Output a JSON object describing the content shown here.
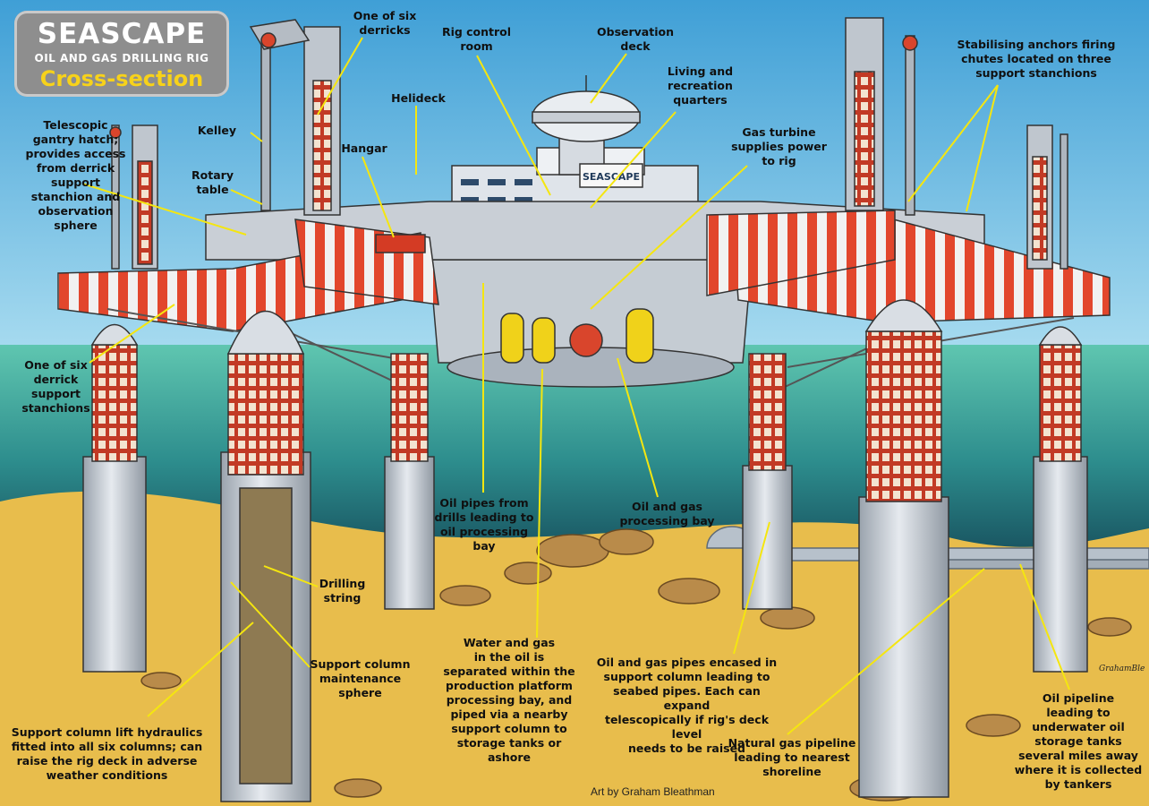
{
  "title": {
    "main": "SEASCAPE",
    "subtitle": "OIL AND GAS DRILLING RIG",
    "section": "Cross-section"
  },
  "colors": {
    "sky": "#6fb6de",
    "sea": "#4fb8a6",
    "deep_water": "#0f3b52",
    "seabed": "#e8bd4c",
    "steel": "#c8ced6",
    "stripe_red": "#e2462c",
    "leader_yellow": "#f5e60f",
    "title_gold": "#f7d21a"
  },
  "rig_name_sign": "SEASCAPE",
  "callouts": {
    "derricks": "One of six\nderricks",
    "control_room": "Rig control\nroom",
    "observation_deck": "Observation\ndeck",
    "living_quarters": "Living and\nrecreation\nquarters",
    "anchors": "Stabilising anchors firing\nchutes located on three\nsupport stanchions",
    "helideck": "Helideck",
    "kelley": "Kelley",
    "gantry_hatch": "Telescopic\ngantry hatch;\nprovides access\nfrom derrick\nsupport\nstanchion and\nobservation\nsphere",
    "hangar": "Hangar",
    "gas_turbine": "Gas turbine\nsupplies power\nto rig",
    "rotary_table": "Rotary\ntable",
    "stanchions": "One of six\nderrick\nsupport\nstanchions",
    "oil_pipes": "Oil pipes from\ndrills leading to\noil processing\nbay",
    "processing_bay": "Oil and gas\nprocessing bay",
    "drilling_string": "Drilling\nstring",
    "maintenance_sphere": "Support column\nmaintenance\nsphere",
    "water_gas": "Water and gas\nin the oil is\nseparated within the\nproduction platform\nprocessing bay, and\npiped via a nearby\nsupport column to\nstorage tanks or\nashore",
    "encased_pipes": "Oil and gas pipes encased in\nsupport column leading to\nseabed pipes. Each can expand\ntelescopically if rig's deck level\nneeds to be raised",
    "oil_pipeline": "Oil pipeline\nleading to\nunderwater oil\nstorage tanks\nseveral miles away\nwhere it is collected\nby tankers",
    "lift_hydraulics": "Support column lift hydraulics\nfitted into all six columns; can\nraise the rig deck in adverse\nweather conditions",
    "gas_pipeline": "Natural gas pipeline\nleading to nearest\nshoreline"
  },
  "credit": "Art by Graham Bleathman",
  "signature": "GrahamBle"
}
